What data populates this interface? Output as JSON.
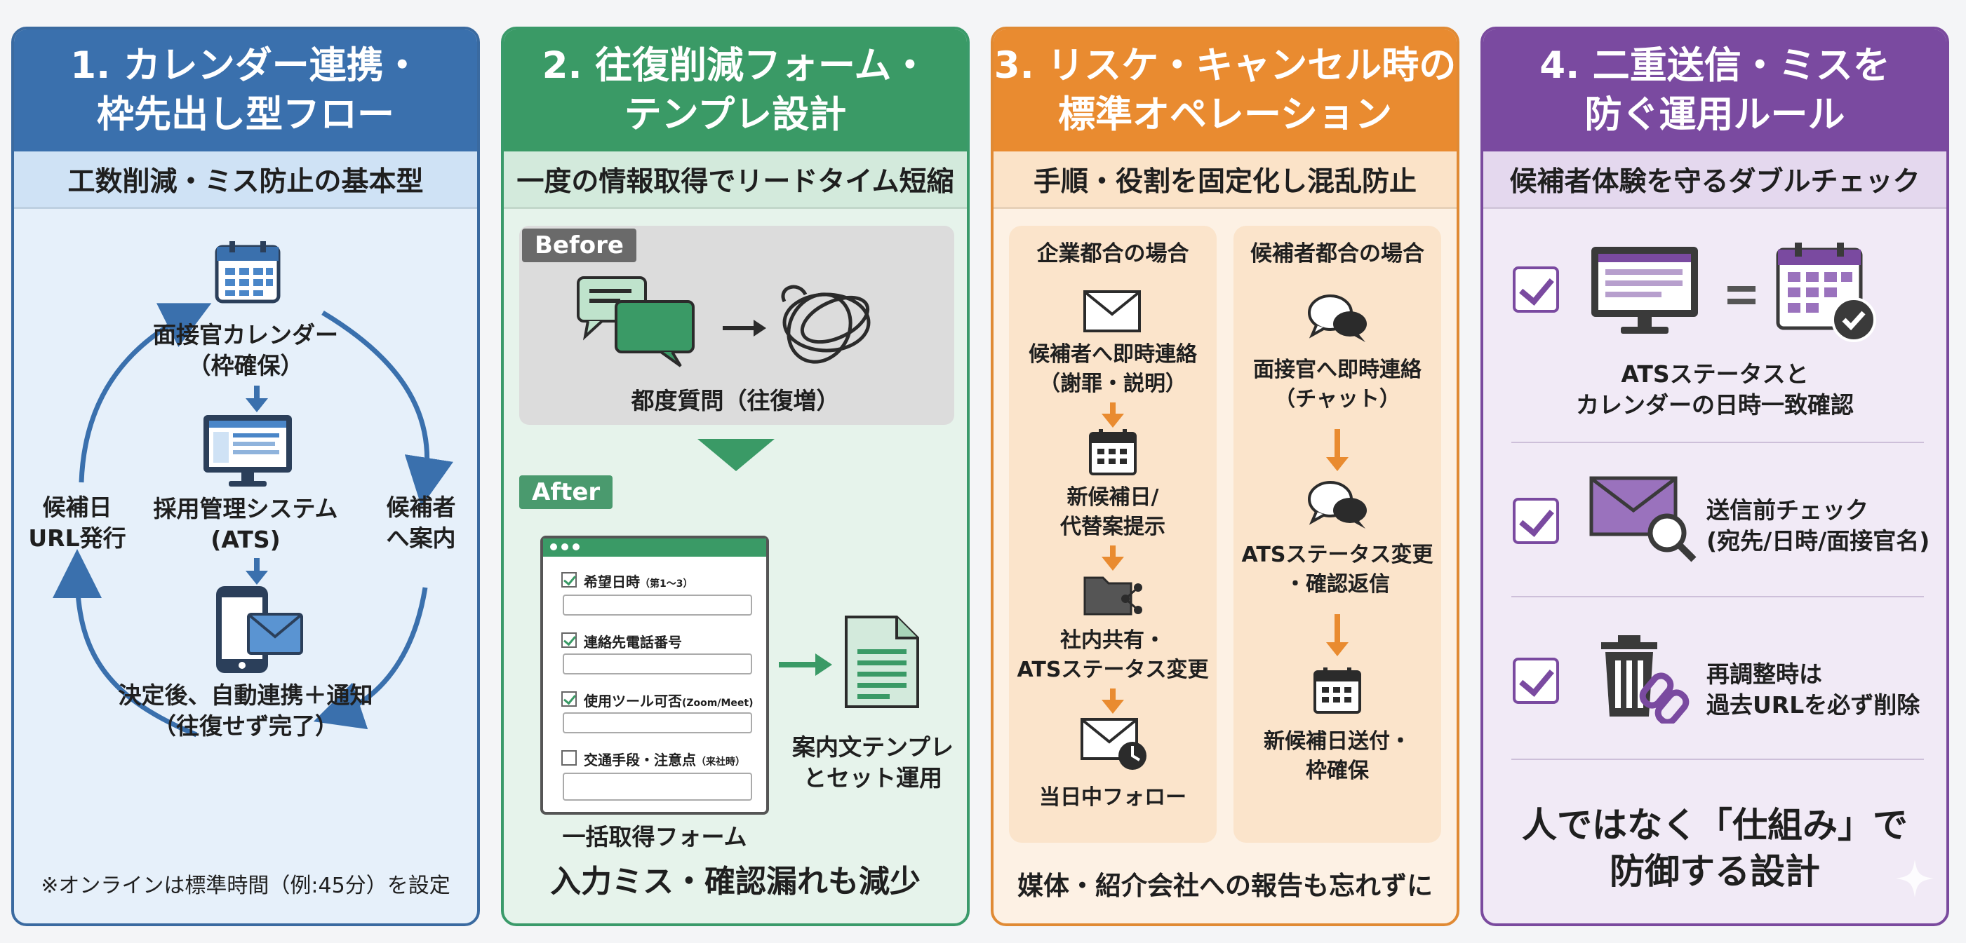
{
  "panels": [
    {
      "title_line1": "1. カレンダー連携・",
      "title_line2": "枠先出し型フロー",
      "subtitle": "工数削減・ミス防止の基本型",
      "calendar_label": "面接官カレンダー",
      "calendar_sub": "（枠確保）",
      "ats_label": "採用管理システム",
      "ats_sub": "(ATS)",
      "left_label_1": "候補日",
      "left_label_2": "URL発行",
      "right_label_1": "候補者",
      "right_label_2": "へ案内",
      "bottom_label_1": "決定後、自動連携＋通知",
      "bottom_label_2": "（往復せず完了）",
      "note": "※オンラインは標準時間（例:45分）を設定"
    },
    {
      "title_line1": "2. 往復削減フォーム・",
      "title_line2": "テンプレ設計",
      "subtitle": "一度の情報取得でリードタイム短縮",
      "before_tag": "Before",
      "before_caption": "都度質問（往復増）",
      "after_tag": "After",
      "form_items": [
        {
          "label": "希望日時",
          "note": "（第1〜3）",
          "checked": true
        },
        {
          "label": "連絡先電話番号",
          "note": "",
          "checked": true
        },
        {
          "label": "使用ツール可否",
          "note": "(Zoom/Meet)",
          "checked": true
        },
        {
          "label": "交通手段・注意点",
          "note": "（来社時）",
          "checked": false
        }
      ],
      "form_caption": "一括取得フォーム",
      "template_caption_1": "案内文テンプレ",
      "template_caption_2": "とセット運用",
      "footer": "入力ミス・確認漏れも減少"
    },
    {
      "title_line1": "3. リスケ・キャンセル時の",
      "title_line2": "標準オペレーション",
      "subtitle": "手順・役割を固定化し混乱防止",
      "company_col": {
        "heading": "企業都合の場合",
        "steps": [
          {
            "line1": "候補者へ即時連絡",
            "line2": "（謝罪・説明）"
          },
          {
            "line1": "新候補日/",
            "line2": "代替案提示"
          },
          {
            "line1": "社内共有・",
            "line2": "ATSステータス変更"
          },
          {
            "line1": "当日中フォロー",
            "line2": ""
          }
        ]
      },
      "candidate_col": {
        "heading": "候補者都合の場合",
        "steps": [
          {
            "line1": "面接官へ即時連絡",
            "line2": "（チャット）"
          },
          {
            "line1": "ATSステータス変更",
            "line2": "・確認返信"
          },
          {
            "line1": "新候補日送付・",
            "line2": "枠確保"
          }
        ]
      },
      "footer": "媒体・紹介会社への報告も忘れずに"
    },
    {
      "title_line1": "4. 二重送信・ミスを",
      "title_line2": "防ぐ運用ルール",
      "subtitle": "候補者体験を守るダブルチェック",
      "items": [
        {
          "line1": "ATSステータスと",
          "line2": "カレンダーの日時一致確認"
        },
        {
          "line1": "送信前チェック",
          "line2": "(宛先/日時/面接官名)"
        },
        {
          "line1": "再調整時は",
          "line2": "過去URLを必ず削除"
        }
      ],
      "footer_1": "人ではなく「仕組み」で",
      "footer_2": "防御する設計"
    }
  ]
}
